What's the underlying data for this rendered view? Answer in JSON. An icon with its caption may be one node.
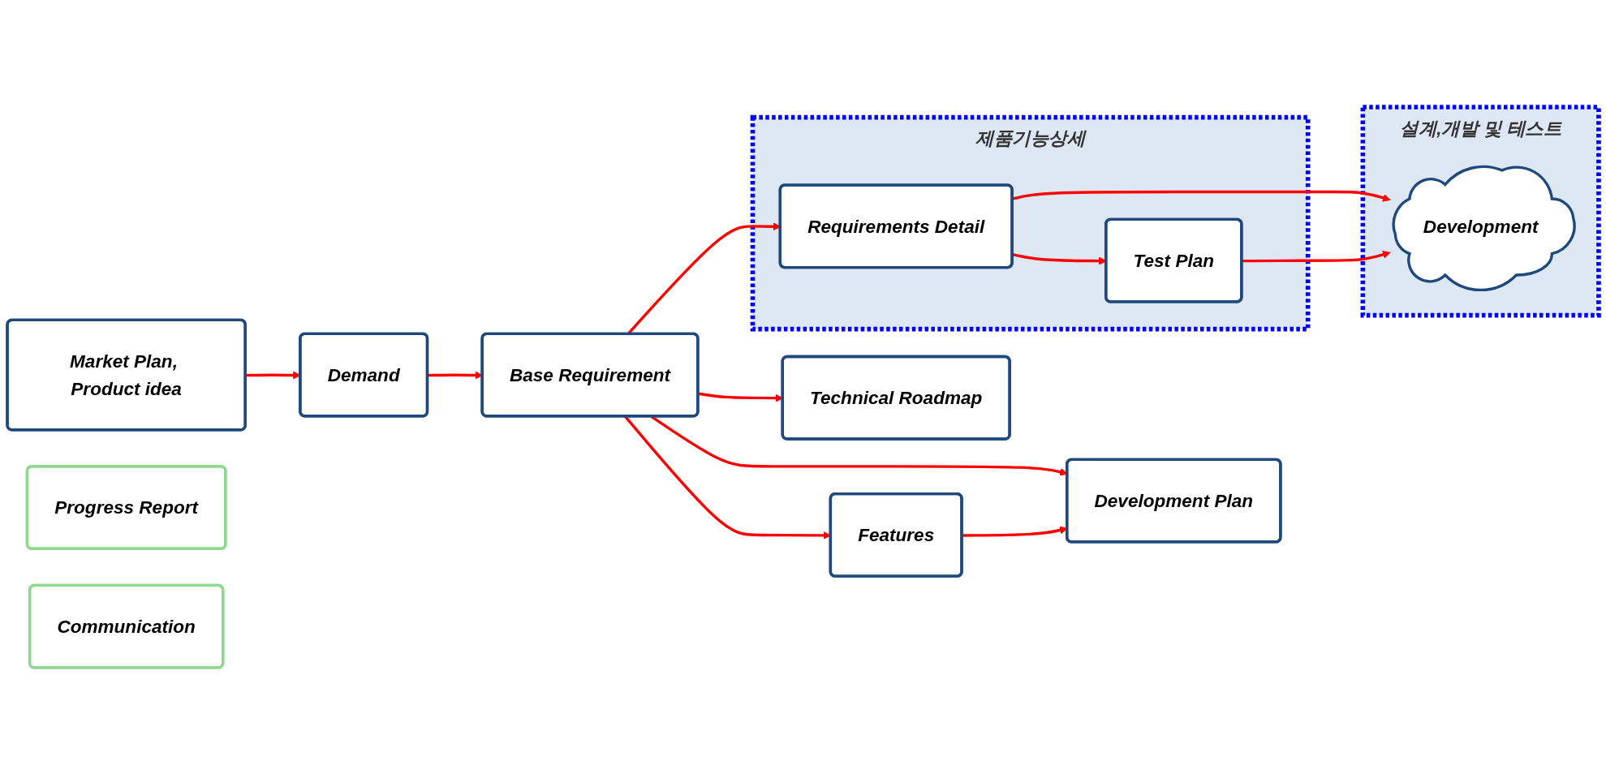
{
  "diagram": {
    "nodes": [
      {
        "text": [
          "Market Plan, Product idea"
        ]
      },
      {
        "text": [
          "Demand"
        ]
      },
      {
        "text": [
          "Base Requirement"
        ]
      },
      {
        "text": [
          "Technical Roadmap"
        ]
      },
      {
        "text": [
          "Features"
        ]
      },
      {
        "text": [
          "Development Plan"
        ]
      },
      {
        "text": [
          "제품기능상세"
        ]
      },
      {
        "text": [
          "Requirements Detail"
        ],
        "in": 6
      },
      {
        "text": [
          "Test Plan"
        ],
        "in": 6
      },
      {
        "text": [
          "설계,개발 및 테스트"
        ]
      },
      {
        "text": [
          "Development"
        ],
        "in": 9
      },
      {
        "text": [
          "Progress Report"
        ]
      },
      {
        "text": [
          "Communication"
        ]
      }
    ],
    "edges": [
      {
        "from": 0,
        "to": 1,
        "arrow": "to"
      },
      {
        "from": 1,
        "to": 2,
        "arrow": "to"
      },
      {
        "from": 2,
        "to": 3,
        "arrow": "to"
      },
      {
        "from": 2,
        "to": 4,
        "arrow": "to"
      },
      {
        "from": 2,
        "to": 5,
        "arrow": "to"
      },
      {
        "from": 4,
        "to": 5,
        "arrow": "to"
      },
      {
        "from": 2,
        "to": 7,
        "arrow": "to"
      },
      {
        "from": 7,
        "to": 8,
        "arrow": "to"
      },
      {
        "from": 7,
        "to": 10,
        "arrow": "to"
      },
      {
        "from": 8,
        "to": 10,
        "arrow": "to"
      }
    ]
  }
}
